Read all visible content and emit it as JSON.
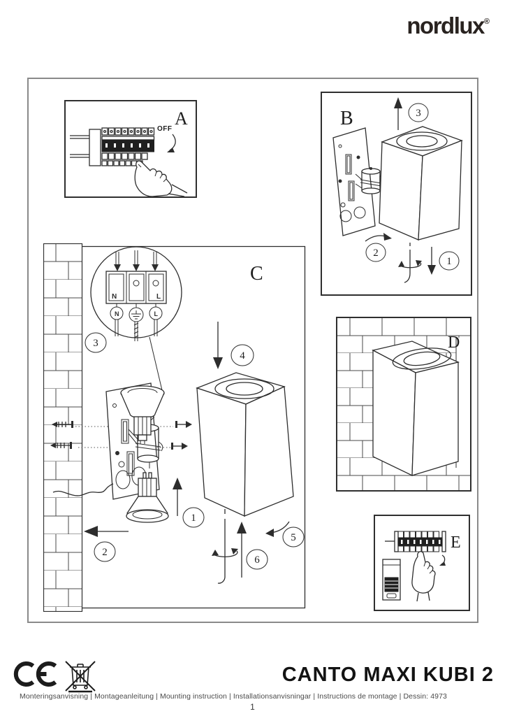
{
  "brand": {
    "logo_text": "nordlux",
    "registered_mark": "®"
  },
  "panels": {
    "a": {
      "label": "A",
      "off_text": "OFF"
    },
    "b": {
      "label": "B",
      "steps": [
        "1",
        "2",
        "3"
      ]
    },
    "c": {
      "label": "C",
      "steps": [
        "1",
        "2",
        "3",
        "4",
        "5",
        "6"
      ],
      "terminal_block": {
        "left_label": "N",
        "right_label": "L"
      },
      "terminal_circles": {
        "left": "N",
        "right": "L"
      }
    },
    "d": {
      "label": "D"
    },
    "e": {
      "label": "E"
    }
  },
  "footer": {
    "title": "CANTO MAXI KUBI 2",
    "languages_line": "Monteringsanvisning | Montageanleitung | Mounting instruction | Installationsanvisningar | Instructions de montage | Dessin: 4973",
    "page_number": "1"
  },
  "icons": {
    "ce": "ce-mark",
    "weee": "crossed-out-wheelie-bin",
    "earth": "earth-ground-symbol",
    "hand_a": "hand-switching-power-off",
    "hand_e": "hand-switching-power-on"
  },
  "colors": {
    "line": "#2d2d2d",
    "frame_border": "#8a8a8a",
    "footer_text": "#4a4a4a"
  }
}
